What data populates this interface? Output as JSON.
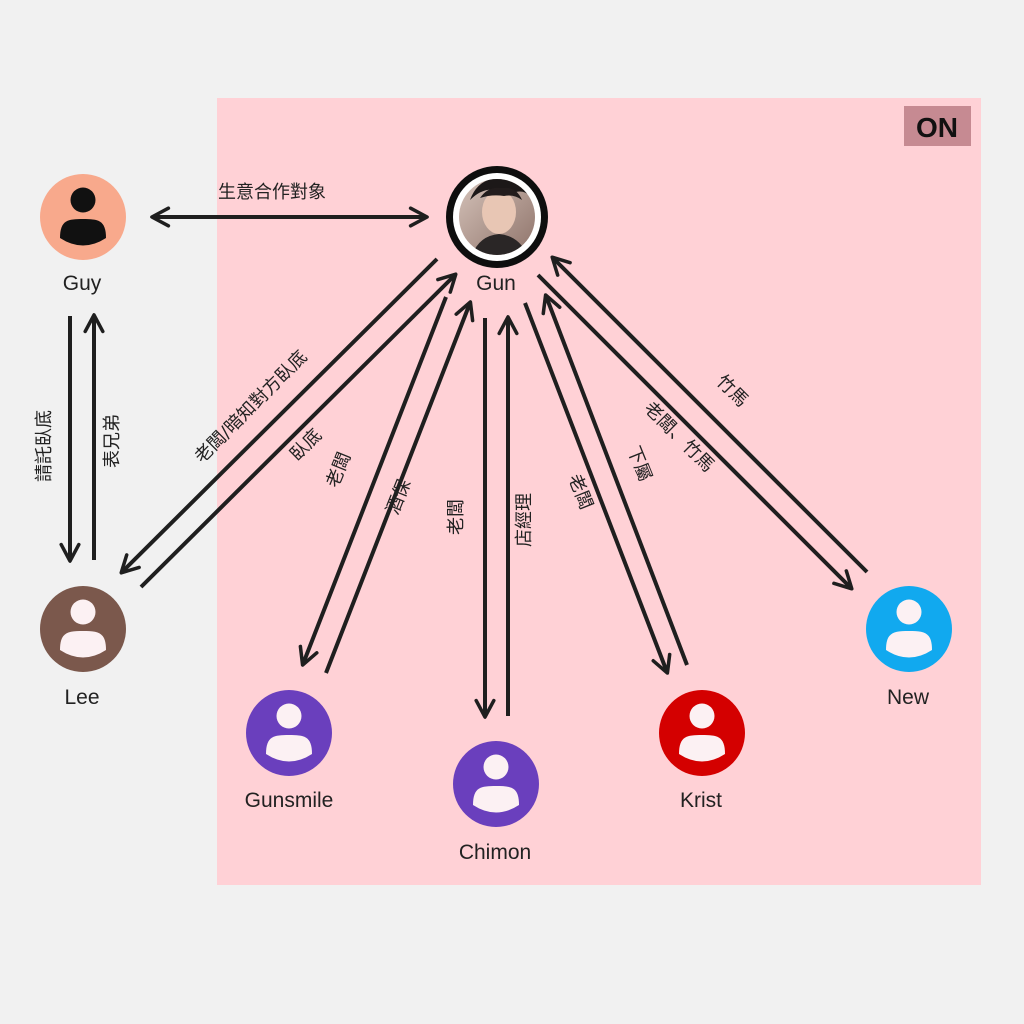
{
  "badge": "ON",
  "colors": {
    "background": "#f1f1f1",
    "group_panel": "#ffd1d6",
    "badge_bg": "#c68a92",
    "arrow": "#1f1f1f",
    "guy": "#f8a98c",
    "lee": "#7b584c",
    "gunsmile": "#6a3fbd",
    "chimon": "#6a3fbd",
    "krist": "#d40000",
    "new": "#11a9ef"
  },
  "nodes": {
    "guy": {
      "label": "Guy",
      "icon": "person-icon"
    },
    "gun": {
      "label": "Gun",
      "icon": "profile-photo"
    },
    "lee": {
      "label": "Lee",
      "icon": "person-icon"
    },
    "gunsmile": {
      "label": "Gunsmile",
      "icon": "person-icon"
    },
    "chimon": {
      "label": "Chimon",
      "icon": "person-icon"
    },
    "krist": {
      "label": "Krist",
      "icon": "person-icon"
    },
    "new": {
      "label": "New",
      "icon": "person-icon"
    }
  },
  "edges": {
    "guy_gun": "生意合作對象",
    "guy_lee": "請託臥底",
    "lee_guy": "表兄弟",
    "gun_lee": "老闆/暗知對方臥底",
    "lee_gun": "臥底",
    "gun_gunsmile": "老闆",
    "gunsmile_gun": "酒保",
    "gun_chimon": "老闆",
    "chimon_gun": "店經理",
    "gun_krist": "老闆",
    "krist_gun": "下屬",
    "gun_new": "老闆、竹馬",
    "new_gun": "竹馬"
  }
}
